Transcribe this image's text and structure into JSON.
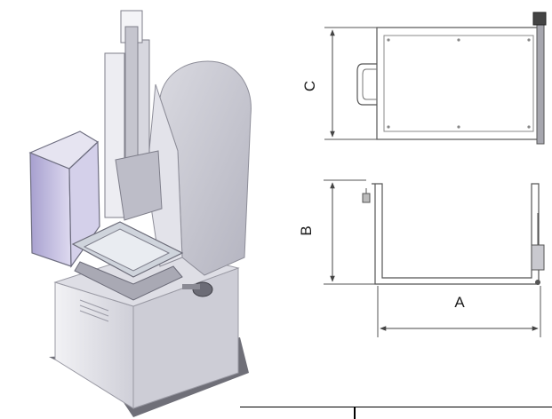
{
  "dimensions": {
    "height_label": "C",
    "depth_label": "B",
    "width_label": "A"
  },
  "colors": {
    "machine_light": "#e9e9ee",
    "machine_mid": "#c9c9d2",
    "machine_dark": "#8f8f9a",
    "guard_tint": "#b9b3d6",
    "line": "#555555"
  }
}
